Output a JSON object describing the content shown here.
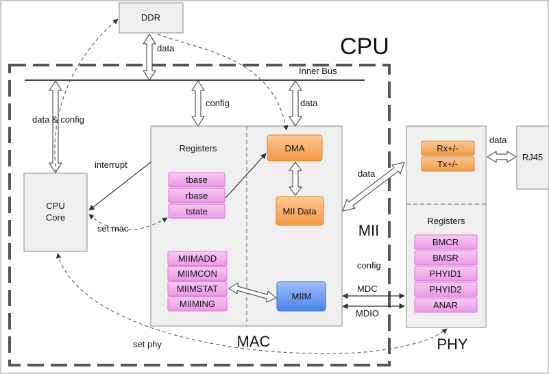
{
  "title": "CPU",
  "blocks": {
    "ddr": "DDR",
    "cpu_core": [
      "CPU",
      "Core"
    ],
    "rj45": "RJ45",
    "dma": "DMA",
    "mii_data": "MII Data",
    "miim": "MIIM",
    "mac": "MAC",
    "phy": "PHY",
    "mii": "MII"
  },
  "bus": {
    "inner_bus": "Inner Bus"
  },
  "mac_registers": {
    "heading": "Registers",
    "dma_regs": [
      "tbase",
      "rbase",
      "tstate"
    ],
    "miim_regs": [
      "MIIMADD",
      "MIIMCON",
      "MIIMSTAT",
      "MIIMING"
    ]
  },
  "phy_registers": {
    "heading": "Registers",
    "items": [
      "BMCR",
      "BMSR",
      "PHYID1",
      "PHYID2",
      "ANAR"
    ]
  },
  "phy_io": [
    "Rx+/-",
    "Tx+/-"
  ],
  "labels": {
    "data_ddr": "data",
    "data_config": "data & config",
    "config_bus": "config",
    "data_bus": "data",
    "interrupt": "interrupt",
    "set_mac": "set mac",
    "data_mii": "data",
    "config_phy": "config",
    "mdc": "MDC",
    "mdio": "MDIO",
    "data_rj45": "data",
    "set_phy": "set phy"
  },
  "colors": {
    "box_fill": "#efefef",
    "box_stroke": "#7f7f7f",
    "orange": "#f7a95b",
    "orange_stroke": "#d9852f",
    "pink": "#f4aef0",
    "pink_stroke": "#d07ed0",
    "blue": "#6e9cf0",
    "blue_stroke": "#3a69c4",
    "frame": "#555555"
  }
}
